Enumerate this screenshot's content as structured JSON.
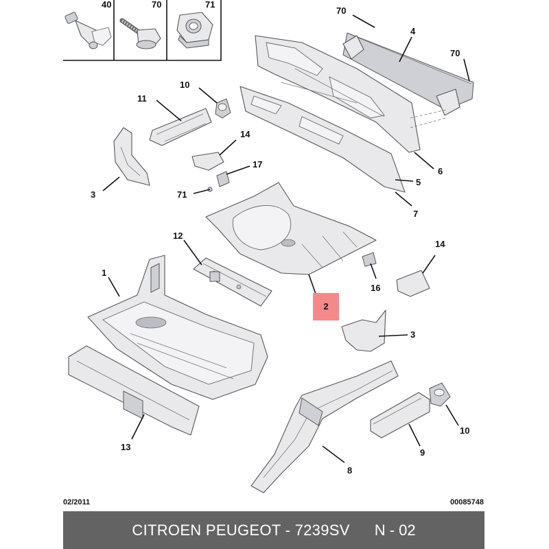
{
  "fastener_panel": {
    "items": [
      {
        "number": "40",
        "icon": "push-clip-icon"
      },
      {
        "number": "70",
        "icon": "screw-icon"
      },
      {
        "number": "71",
        "icon": "nut-icon"
      }
    ]
  },
  "callouts": [
    "70",
    "4",
    "70",
    "10",
    "11",
    "14",
    "17",
    "71",
    "3",
    "5",
    "6",
    "7",
    "12",
    "1",
    "14",
    "16",
    "2",
    "3",
    "13",
    "10",
    "9",
    "8"
  ],
  "highlight": {
    "label": "2",
    "color": "#f28a8c"
  },
  "footer": {
    "date": "02/2011",
    "reference": "00085748"
  },
  "caption": {
    "text": "CITROEN PEUGEOT - 7239SV",
    "page": "N - 02",
    "background": "#636363"
  }
}
